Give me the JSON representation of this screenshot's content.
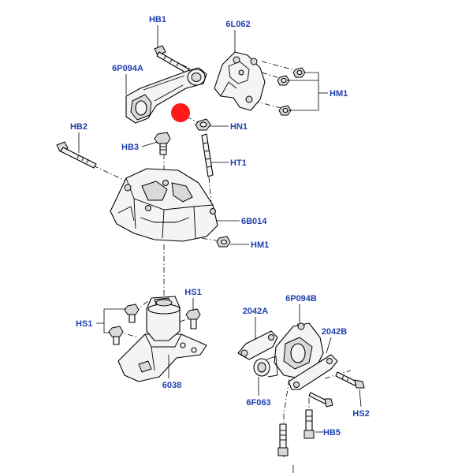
{
  "colors": {
    "label": "#1f3fb0",
    "line": "#000000",
    "marker": "#ff1a1a"
  },
  "labels": {
    "hb1": "HB1",
    "l6l062": "6L062",
    "p6p094a": "6P094A",
    "hm1_top": "HM1",
    "hn1": "HN1",
    "hb2": "HB2",
    "hb3": "HB3",
    "ht1": "HT1",
    "b6b014": "6B014",
    "hm1_mid": "HM1",
    "hs1_right": "HS1",
    "hs1_left": "HS1",
    "m6038": "6038",
    "p6p094b": "6P094B",
    "l2042a": "2042A",
    "l2042b": "2042B",
    "f6f063": "6F063",
    "hs2": "HS2",
    "hb5": "HB5"
  }
}
